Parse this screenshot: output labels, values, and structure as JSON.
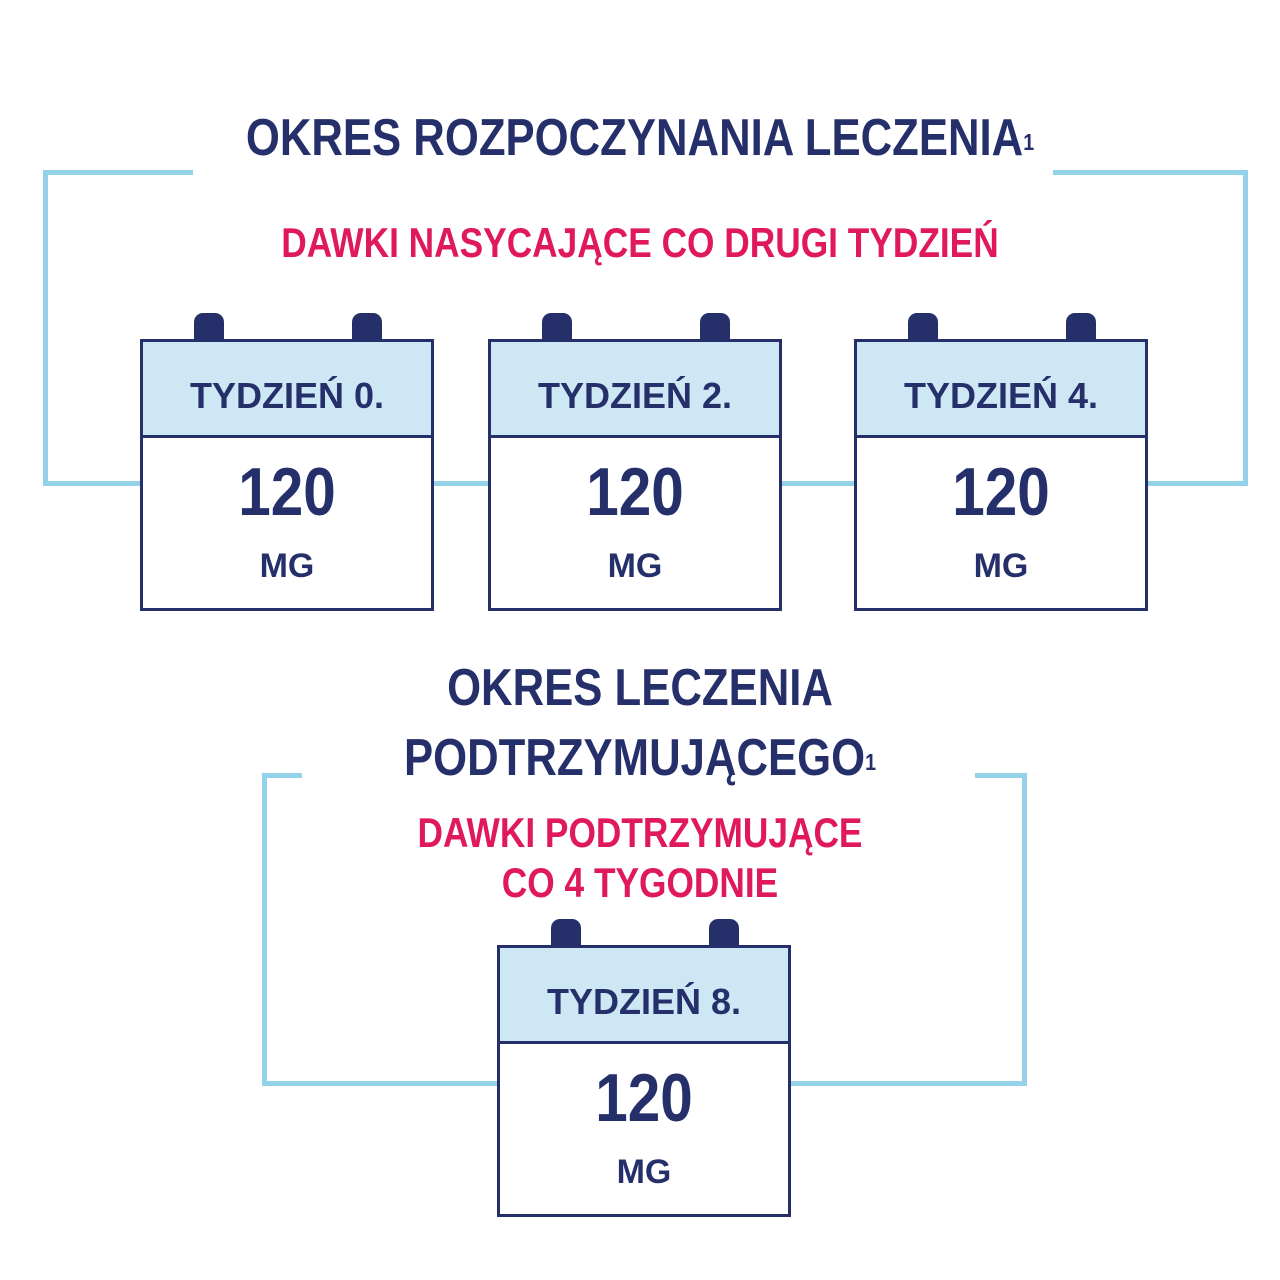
{
  "loading_period": {
    "title": "OKRES ROZPOCZYNANIA LECZENIA",
    "title_sup": "1",
    "subtitle": "DAWKI NASYCAJĄCE CO DRUGI TYDZIEŃ",
    "doses": [
      {
        "week": "TYDZIEŃ 0.",
        "amount": "120",
        "unit": "MG"
      },
      {
        "week": "TYDZIEŃ 2.",
        "amount": "120",
        "unit": "MG"
      },
      {
        "week": "TYDZIEŃ 4.",
        "amount": "120",
        "unit": "MG"
      }
    ]
  },
  "maintenance_period": {
    "title_line1": "OKRES LECZENIA",
    "title_line2": "PODTRZYMUJĄCEGO",
    "title_sup": "1",
    "subtitle_line1": "DAWKI PODTRZYMUJĄCE",
    "subtitle_line2": "CO 4 TYGODNIE",
    "doses": [
      {
        "week": "TYDZIEŃ 8.",
        "amount": "120",
        "unit": "MG"
      }
    ]
  },
  "colors": {
    "navy": "#25306b",
    "pink": "#e0195b",
    "light_blue": "#94d2ea",
    "header_fill": "#cde7f4"
  }
}
